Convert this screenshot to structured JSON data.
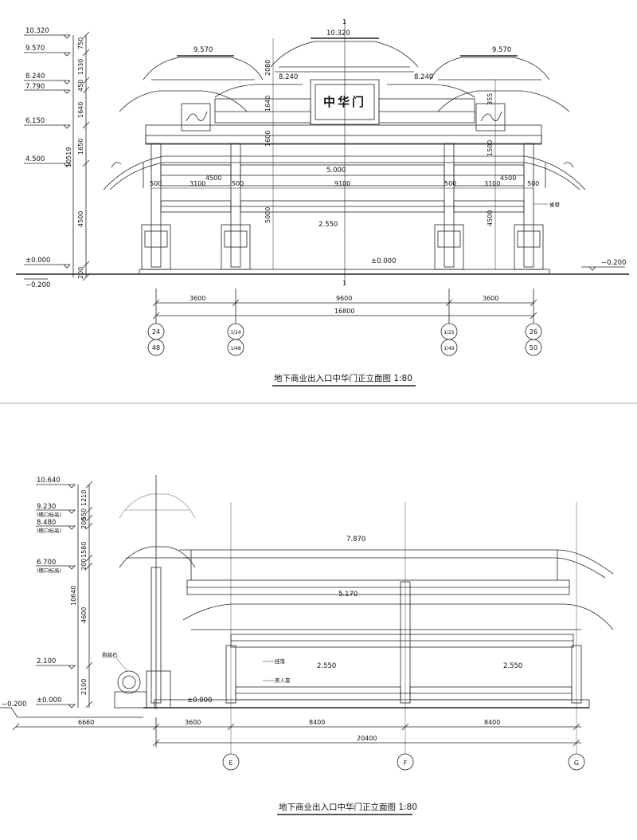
{
  "elevation_front": {
    "title": "地下商业出入口中华门正立面图 1:80",
    "sign_text": "中华门",
    "levels_left": [
      "10.320",
      "9.570",
      "8.240",
      "7.790",
      "6.150",
      "4.500",
      "±0.000",
      "−0.200"
    ],
    "level_labels": {
      "top": "10.320",
      "side_top_left": "9.570",
      "side_top_right": "9.570",
      "mid_left": "8.240",
      "mid_right": "8.240",
      "beam": "5.000",
      "lower": "2.550",
      "ground": "±0.000",
      "ground_right": "−0.200"
    },
    "vertical_dims": [
      "750",
      "1330",
      "450",
      "1640",
      "1650",
      "10519",
      "4500",
      "200"
    ],
    "inner_dims": [
      "2080",
      "1640",
      "1600",
      "5000",
      "1500",
      "4500",
      "355"
    ],
    "span_dims_upper": [
      "500",
      "3100",
      "4500",
      "500",
      "9100",
      "500",
      "3100",
      "4500",
      "500"
    ],
    "bottom_dims": [
      "3600",
      "9600",
      "3600"
    ],
    "total_dim": "16800",
    "axis_top": [
      "24",
      "1/24",
      "1/25",
      "26"
    ],
    "axis_bottom": [
      "48",
      "1/48",
      "1/49",
      "50"
    ],
    "cut_marker": "1",
    "note_right": "雀替"
  },
  "elevation_side": {
    "title": "地下商业出入口中华门正立面图 1:80",
    "levels_left": [
      "10.640",
      "9.230",
      "8.480",
      "6.700",
      "2.100",
      "±0.000",
      "−0.200"
    ],
    "level_subnotes": [
      "(檐口标高)",
      "(檐口标高)",
      "(檐口标高)"
    ],
    "level_labels": {
      "roof": "7.870",
      "eave": "5.170",
      "lower_left": "2.550",
      "lower_right": "2.550",
      "ground": "±0.000"
    },
    "vertical_dims": [
      "1210",
      "550",
      "200",
      "1580",
      "200",
      "10640",
      "4600",
      "2100"
    ],
    "notes": [
      "抱鼓石",
      "挂落",
      "美人靠"
    ],
    "bottom_dims": [
      "6660",
      "3600",
      "8400",
      "8400"
    ],
    "total_dim": "20400",
    "axes": [
      "E",
      "F",
      "G"
    ]
  }
}
